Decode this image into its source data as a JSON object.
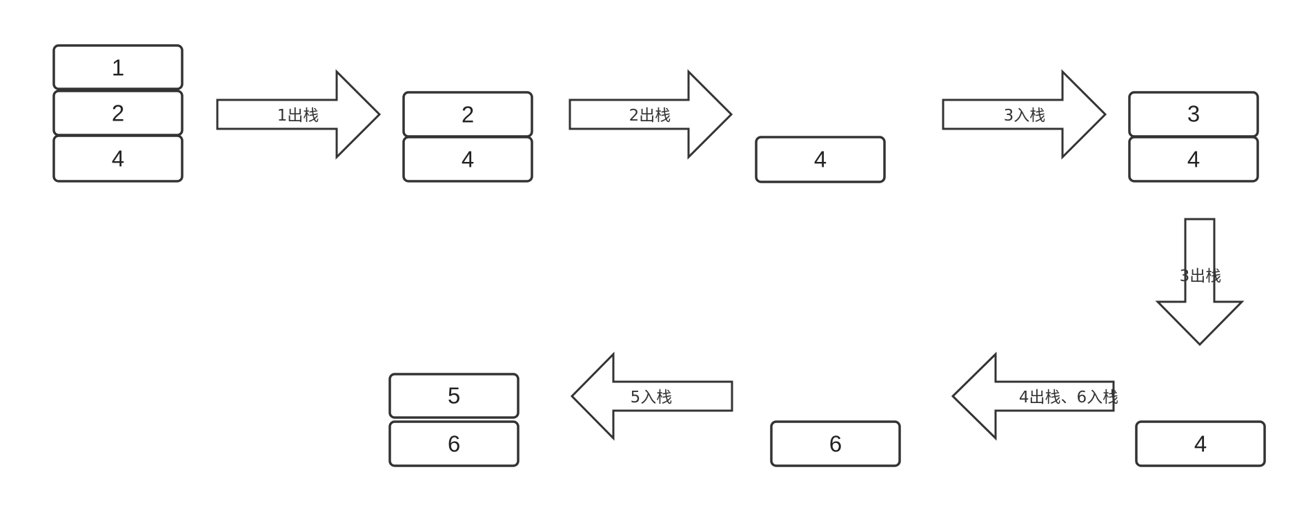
{
  "stacks": [
    {
      "id": "s1",
      "cells": [
        "1",
        "2",
        "4"
      ]
    },
    {
      "id": "s2",
      "cells": [
        "2",
        "4"
      ]
    },
    {
      "id": "s3",
      "cells": [
        "4"
      ]
    },
    {
      "id": "s4",
      "cells": [
        "3",
        "4"
      ]
    },
    {
      "id": "s5",
      "cells": [
        "4"
      ]
    },
    {
      "id": "s6",
      "cells": [
        "6"
      ]
    },
    {
      "id": "s7",
      "cells": [
        "5",
        "6"
      ]
    }
  ],
  "arrows": [
    {
      "id": "a1",
      "label": "1出栈",
      "direction": "right"
    },
    {
      "id": "a2",
      "label": "2出栈",
      "direction": "right"
    },
    {
      "id": "a3",
      "label": "3入栈",
      "direction": "right"
    },
    {
      "id": "a4",
      "label": "3出栈",
      "direction": "down"
    },
    {
      "id": "a5",
      "label": "4出栈、6入栈",
      "direction": "left"
    },
    {
      "id": "a6",
      "label": "5入栈",
      "direction": "left"
    }
  ],
  "colors": {
    "stroke": "#333333",
    "fill": "#ffffff",
    "text": "#222222"
  }
}
